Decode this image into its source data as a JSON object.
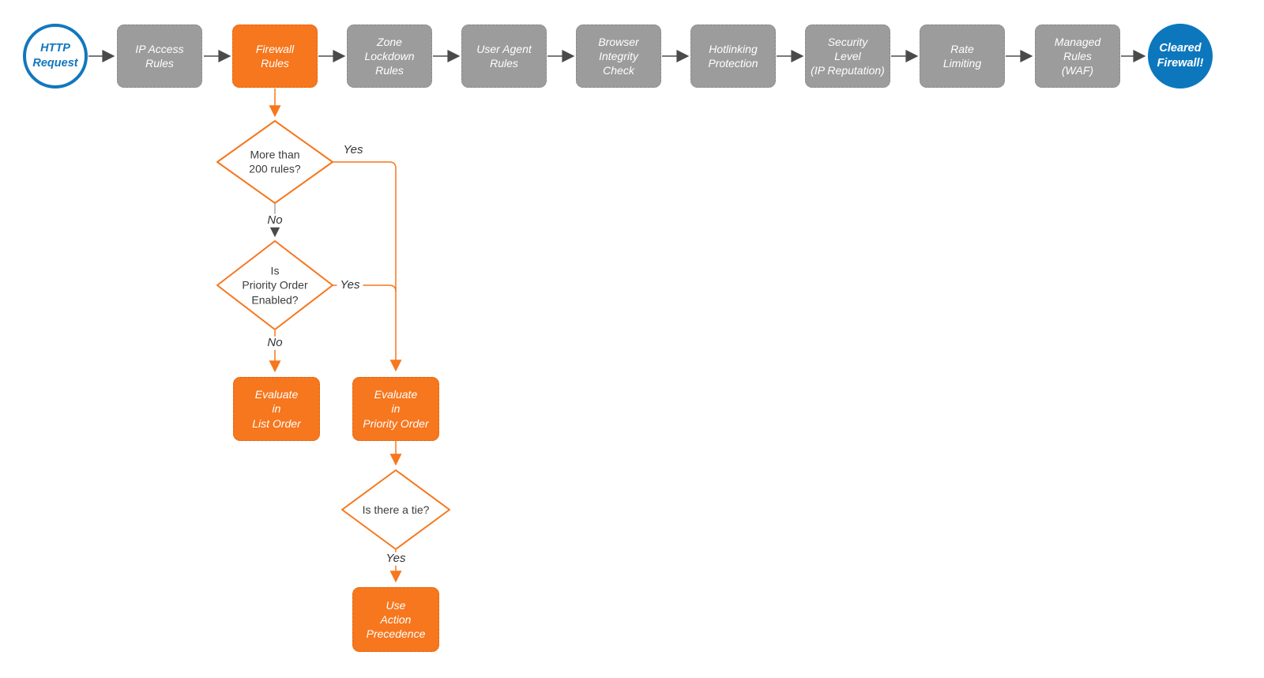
{
  "colors": {
    "accent_orange": "#f6771e",
    "node_gray": "#9c9c9c",
    "brand_blue": "#1277bd",
    "end_blue_fill": "#0d77be",
    "connector_dark": "#4a4a4a",
    "connector_gray": "#9e9e9e"
  },
  "flow": {
    "start": {
      "lines": [
        "HTTP",
        "Request"
      ]
    },
    "stages": {
      "ip_access": {
        "lines": [
          "IP Access",
          "Rules"
        ]
      },
      "firewall": {
        "lines": [
          "Firewall",
          "Rules"
        ]
      },
      "zone_lockdown": {
        "lines": [
          "Zone",
          "Lockdown",
          "Rules"
        ]
      },
      "user_agent": {
        "lines": [
          "User Agent",
          "Rules"
        ]
      },
      "browser_integrity": {
        "lines": [
          "Browser",
          "Integrity",
          "Check"
        ]
      },
      "hotlinking": {
        "lines": [
          "Hotlinking",
          "Protection"
        ]
      },
      "security_level": {
        "lines": [
          "Security",
          "Level",
          "(IP Reputation)"
        ]
      },
      "rate_limiting": {
        "lines": [
          "Rate",
          "Limiting"
        ]
      },
      "managed_rules": {
        "lines": [
          "Managed",
          "Rules",
          "(WAF)"
        ]
      }
    },
    "end": {
      "lines": [
        "Cleared",
        "Firewall!"
      ]
    },
    "decisions": {
      "rule_count": {
        "lines": [
          "More than",
          "200 rules?"
        ]
      },
      "priority_order": {
        "lines": [
          "Is",
          "Priority Order",
          "Enabled?"
        ]
      },
      "tie": {
        "lines": [
          "Is there a tie?"
        ]
      }
    },
    "processes": {
      "list_order": {
        "lines": [
          "Evaluate",
          "in",
          "List Order"
        ]
      },
      "priority_order": {
        "lines": [
          "Evaluate",
          "in",
          "Priority Order"
        ]
      },
      "action_precedence": {
        "lines": [
          "Use",
          "Action",
          "Precedence"
        ]
      }
    },
    "edge_labels": {
      "rule_count_yes": "Yes",
      "rule_count_no": "No",
      "priority_yes": "Yes",
      "priority_no": "No",
      "tie_yes": "Yes"
    }
  }
}
